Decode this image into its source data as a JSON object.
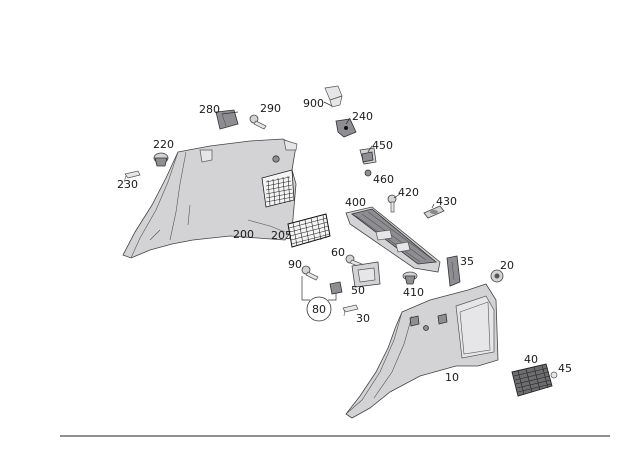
{
  "labels": {
    "p10": "10",
    "p20": "20",
    "p30": "30",
    "p35": "35",
    "p40": "40",
    "p45": "45",
    "p50": "50",
    "p60": "60",
    "p80": "80",
    "p90": "90",
    "p200": "200",
    "p205": "205",
    "p220": "220",
    "p230": "230",
    "p240": "240",
    "p280": "280",
    "p290": "290",
    "p400": "400",
    "p410": "410",
    "p420": "420",
    "p430": "430",
    "p450": "450",
    "p460": "460",
    "p900": "900"
  }
}
